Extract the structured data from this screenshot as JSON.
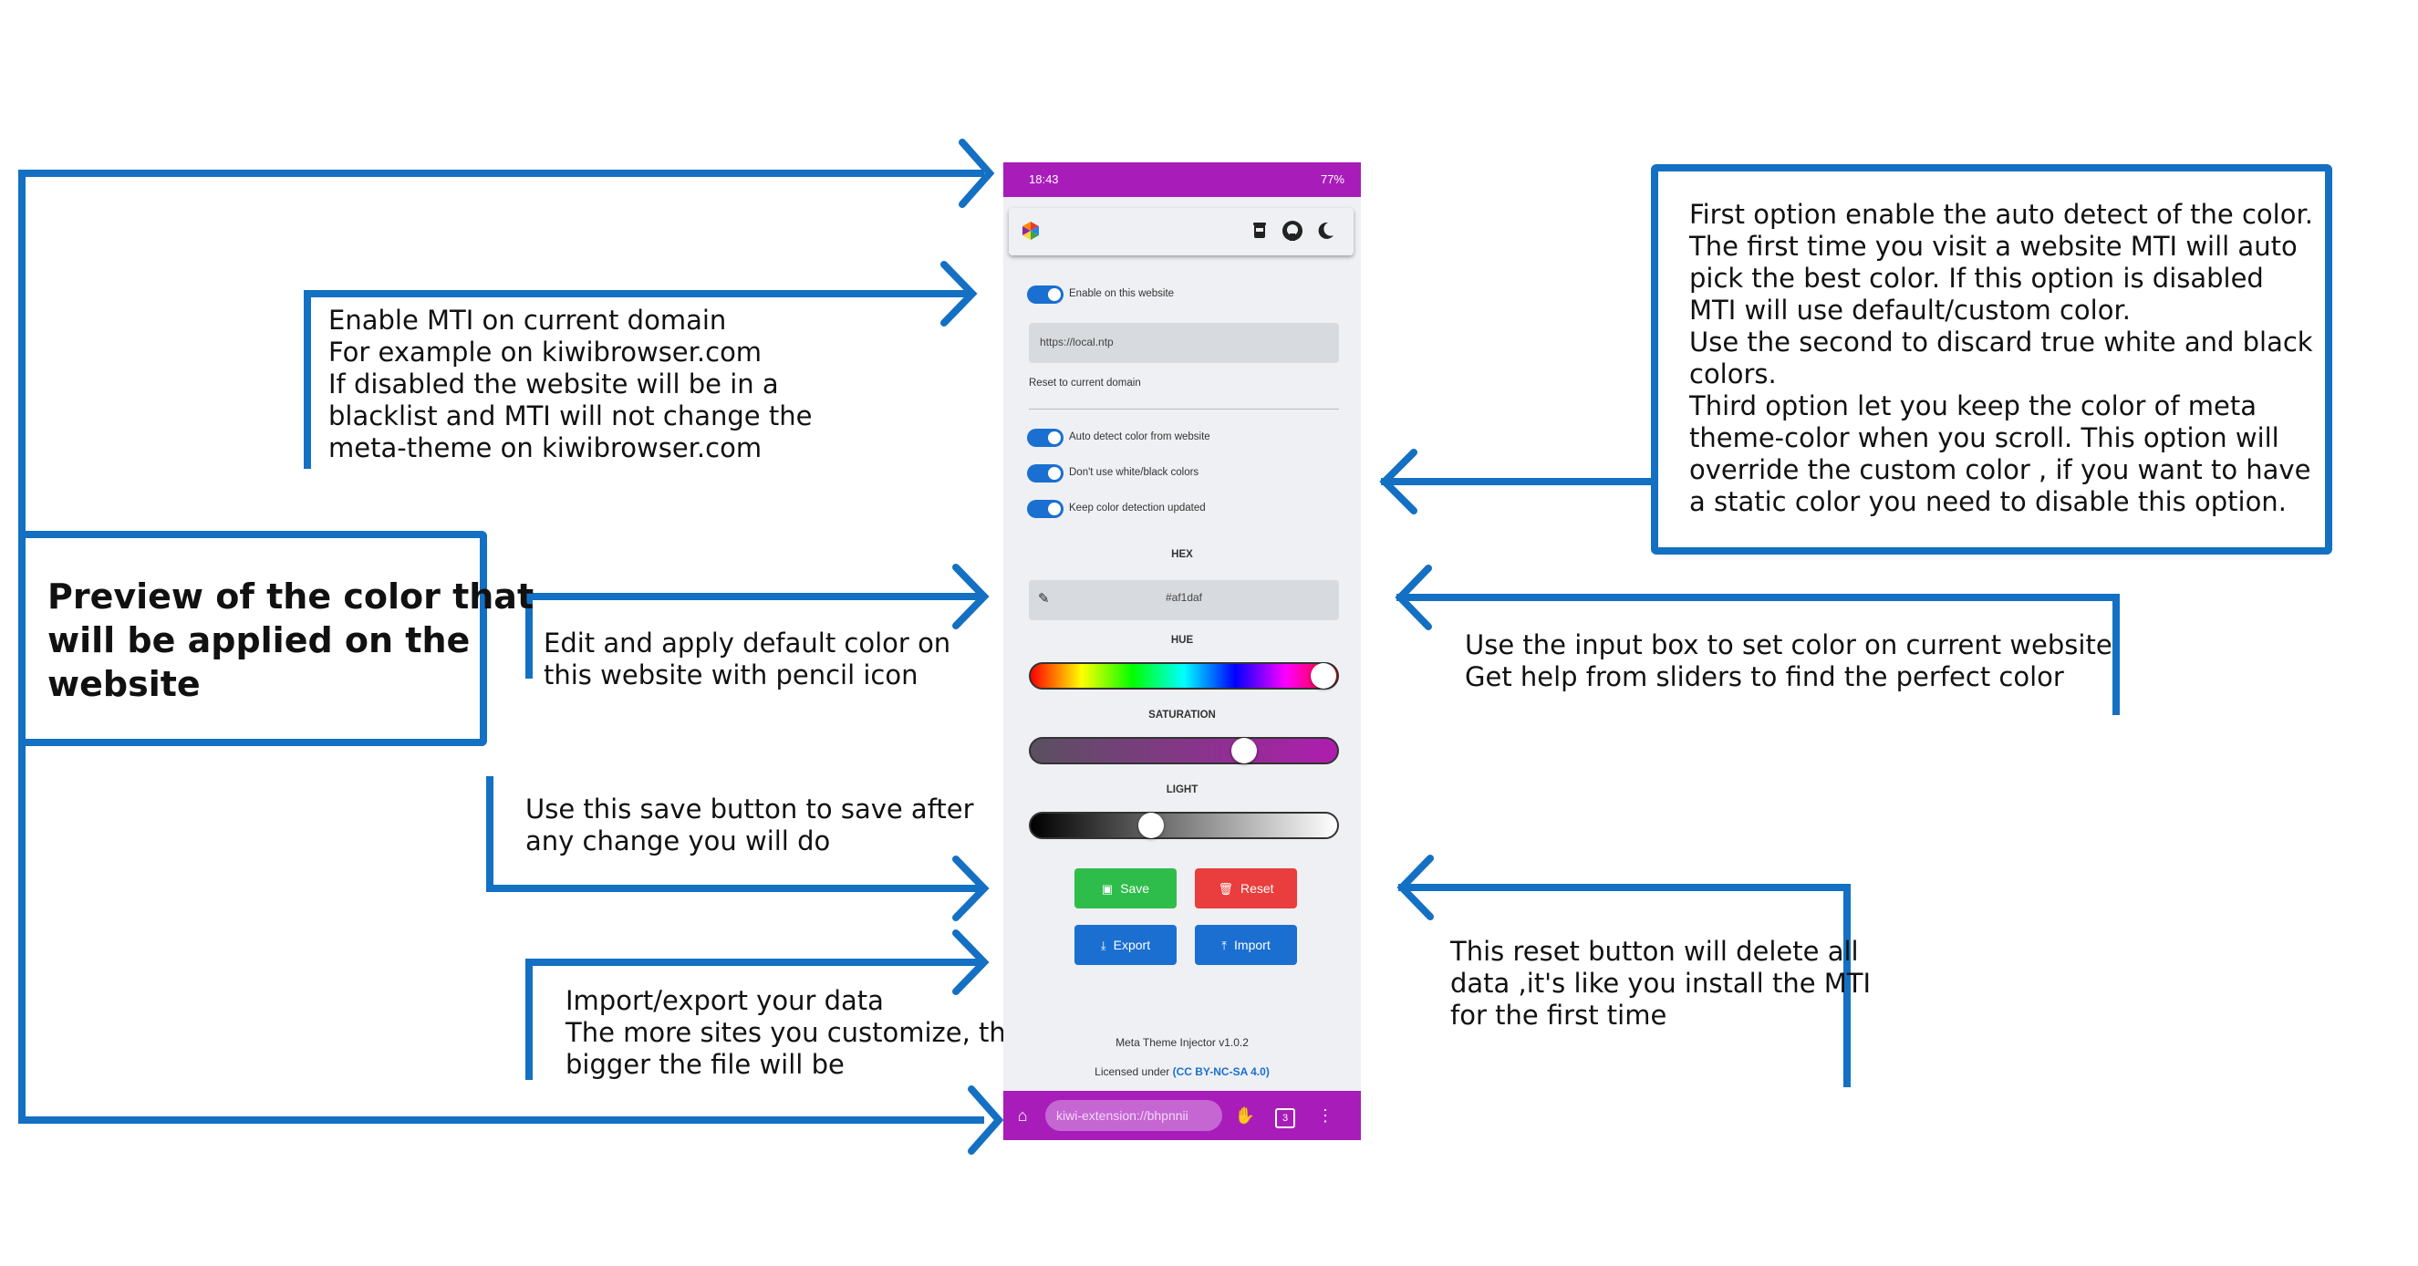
{
  "annotations": {
    "enable": "Enable MTI on current domain\nFor example on  kiwibrowser.com\nIf disabled the website will be in a\nblacklist and MTI will not change the\nmeta-theme on kiwibrowser.com",
    "preview": "Preview of the color that\nwill be applied on the\nwebsite",
    "edit": "Edit and apply default color on\nthis website  with pencil icon",
    "save": "Use this save button to save after\nany change you will do",
    "import_export": "Import/export your data\nThe more sites you customize, the\nbigger the file will be",
    "auto_detect": "First option enable the auto detect of the color.\nThe first time you visit a website MTI will auto\npick the best color. If this option is disabled\nMTI will use default/custom color.\nUse the second to discard true white and black\ncolors.\nThird option let you keep the color of meta\ntheme-color when you scroll. This option will\noverride the custom color , if you want to have\na static color you need to disable this option.",
    "input_box": "Use the input box to set color on current website\nGet help from sliders to find the perfect color",
    "reset": "This reset button will delete all\ndata ,it's like you install the MTI\nfor the first time"
  },
  "phone": {
    "status": {
      "time": "18:43",
      "battery": "77%"
    },
    "toolbar_icons": [
      "theme-palette-icon",
      "coffee-icon",
      "github-icon",
      "moon-icon"
    ],
    "enable_label": "Enable on this website",
    "domain_value": "https://local.ntp",
    "reset_domain_label": "Reset to current domain",
    "options": [
      {
        "label": "Auto detect color from website",
        "on": true
      },
      {
        "label": "Don't use white/black colors",
        "on": true
      },
      {
        "label": "Keep color detection updated",
        "on": true
      }
    ],
    "hex_label": "HEX",
    "hex_value": "#af1daf",
    "hue_label": "HUE",
    "saturation_label": "SATURATION",
    "light_label": "LIGHT",
    "hue_value": 0.95,
    "saturation_value": 0.7,
    "light_value": 0.4,
    "buttons": {
      "save": "Save",
      "reset": "Reset",
      "export": "Export",
      "import": "Import"
    },
    "footer_title": "Meta Theme Injector v1.0.2",
    "footer_license_prefix": "Licensed under",
    "footer_license": "(CC BY-NC-SA 4.0)",
    "url": "kiwi-extension://bhpnnii",
    "tabs_count": "3"
  },
  "colors": {
    "accent": "#1470c2",
    "phone_bar": "#a81db9",
    "toggle": "#1a6fd1",
    "save": "#2ebd4a",
    "reset": "#ea3d3d",
    "blue_button": "#1a6fd1"
  }
}
